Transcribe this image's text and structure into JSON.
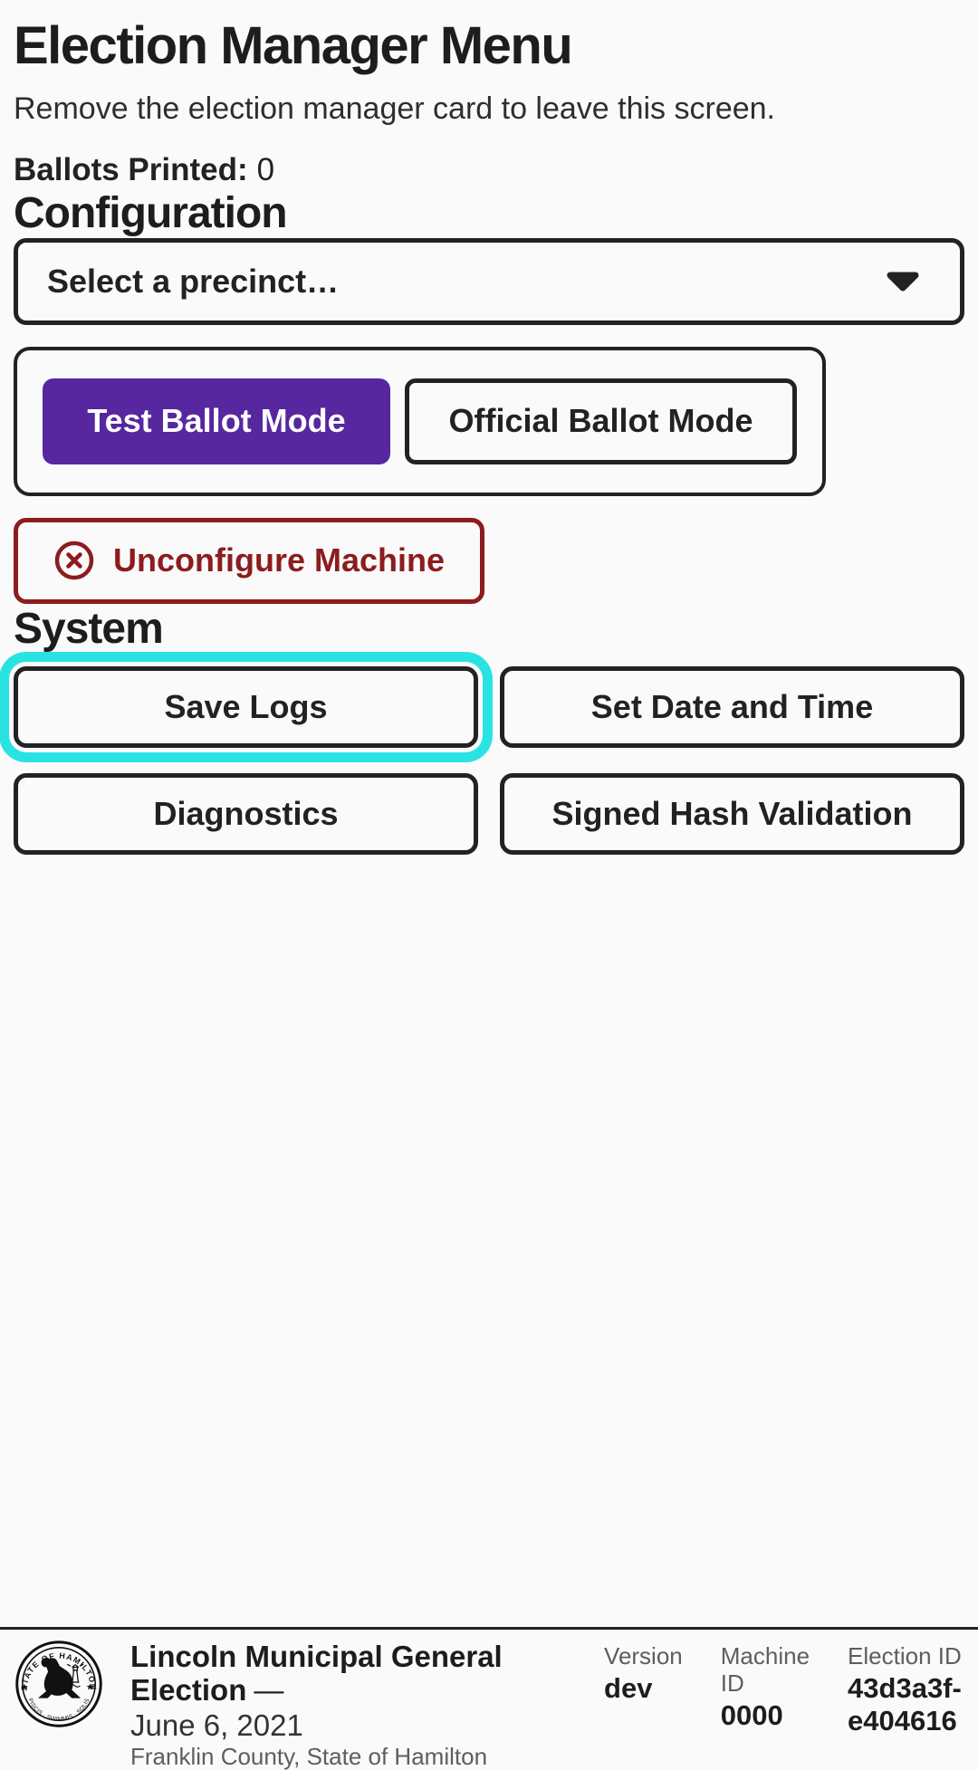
{
  "header": {
    "title": "Election Manager Menu",
    "subtitle": "Remove the election manager card to leave this screen.",
    "ballots_printed_label": "Ballots Printed:",
    "ballots_printed_value": "0"
  },
  "configuration": {
    "heading": "Configuration",
    "precinct_select": {
      "value": "Select a precinct…"
    },
    "mode_toggle": {
      "test_label": "Test Ballot Mode",
      "official_label": "Official Ballot Mode",
      "selected": "Test Ballot Mode"
    },
    "unconfigure_label": "Unconfigure Machine"
  },
  "system": {
    "heading": "System",
    "buttons": [
      "Save Logs",
      "Set Date and Time",
      "Diagnostics",
      "Signed Hash Validation"
    ],
    "focused_button": "Save Logs"
  },
  "footer": {
    "seal": {
      "top_text": "STATE OF HAMILTON",
      "bottom_text": "PISCIS · SWIMMIS · SOLIS"
    },
    "election_title": "Lincoln Municipal General Election",
    "title_separator": "—",
    "election_date": "June 6, 2021",
    "election_location": "Franklin County, State of Hamilton",
    "info": [
      {
        "label": "Version",
        "value": "dev"
      },
      {
        "label": "Machine ID",
        "value": "0000"
      },
      {
        "label": "Election ID",
        "value": "43d3a3f-e404616"
      }
    ]
  },
  "colors": {
    "accent-purple": "#56279f",
    "danger-red": "#8c1c1e",
    "focus-cyan": "#29e3e3",
    "ink": "#222222",
    "background": "#fafafa"
  }
}
